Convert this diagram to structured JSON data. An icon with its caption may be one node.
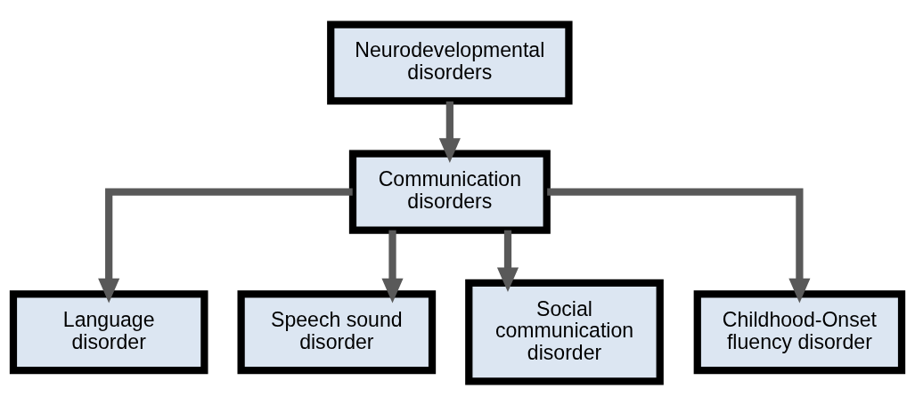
{
  "diagram": {
    "nodes": [
      {
        "text": [
          "Neurodevelopmental disorders"
        ]
      },
      {
        "text": [
          "Communication disorders"
        ]
      },
      {
        "text": [
          "Language disorder"
        ]
      },
      {
        "text": [
          "Speech sound disorder"
        ]
      },
      {
        "text": [
          "Social communication disorder"
        ]
      },
      {
        "text": [
          "Childhood-Onset fluency disorder"
        ]
      }
    ],
    "edges": [
      {
        "from": 0,
        "to": 1,
        "arrow": "to"
      },
      {
        "from": 1,
        "to": 2,
        "arrow": "to"
      },
      {
        "from": 1,
        "to": 3,
        "arrow": "to"
      },
      {
        "from": 1,
        "to": 4,
        "arrow": "to"
      },
      {
        "from": 1,
        "to": 5,
        "arrow": "to"
      }
    ]
  }
}
